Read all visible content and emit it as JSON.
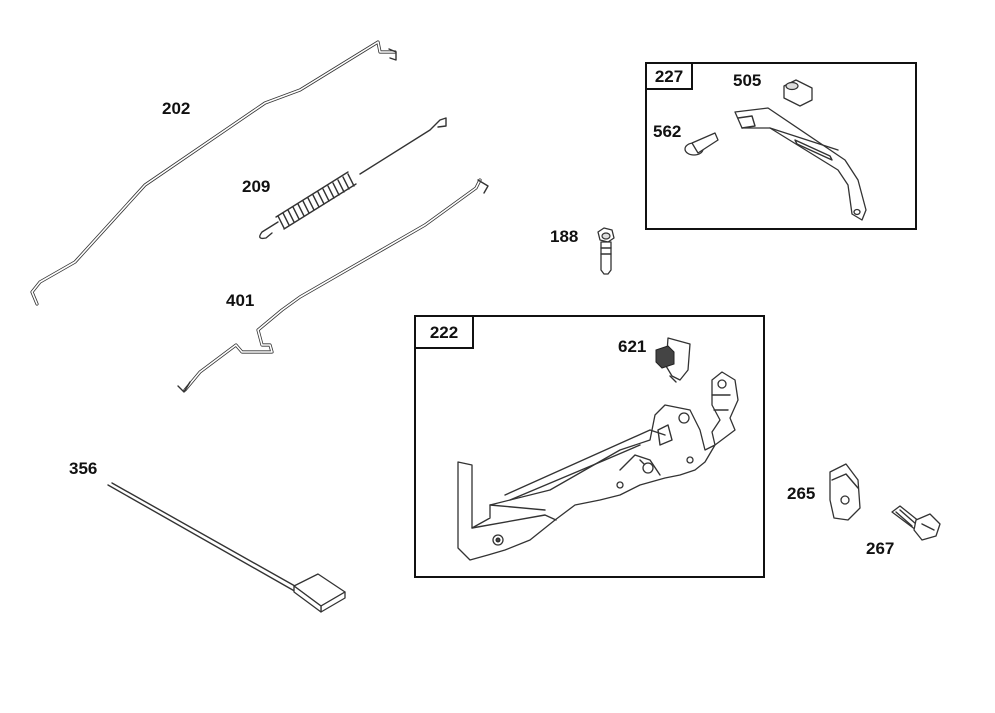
{
  "parts": {
    "p202": "202",
    "p209": "209",
    "p401": "401",
    "p356": "356",
    "p188": "188",
    "p227": "227",
    "p505": "505",
    "p562": "562",
    "p222": "222",
    "p621": "621",
    "p265": "265",
    "p267": "267"
  },
  "colors": {
    "line": "#333333",
    "background": "#ffffff"
  }
}
